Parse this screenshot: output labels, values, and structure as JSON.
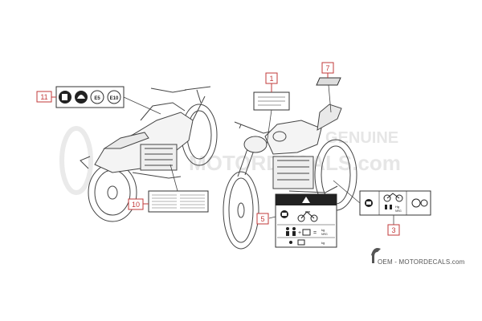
{
  "callouts": [
    "1",
    "3",
    "5",
    "7",
    "10",
    "11"
  ],
  "label11": {
    "badge_e5": "E5",
    "badge_e10": "E10"
  },
  "label3": {
    "hg": "Hg",
    "nrg": "NRG"
  },
  "label7": {
    "kg": "kg",
    "nrg": "NRG"
  },
  "watermark": {
    "brand_text": "OEM - MOTORDECALS.com",
    "bg_word_1": "GENUINE",
    "bg_word_2": "MOTORDECALS.com"
  },
  "colors": {
    "callout": "#c23a3a",
    "line": "#444444",
    "watermark": "#e6e6e6"
  }
}
